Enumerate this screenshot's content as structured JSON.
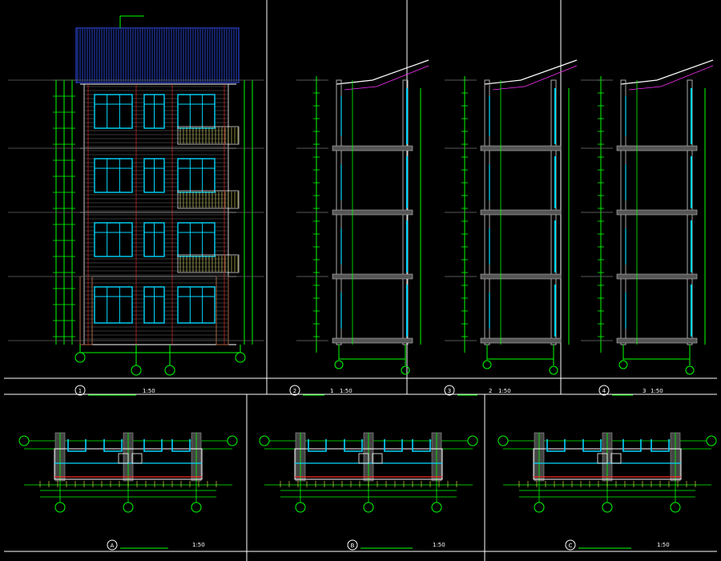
{
  "colors": {
    "background": "#000000",
    "frame": "#ffffff",
    "dimension": "#00ff00",
    "glazing": "#00d8ff",
    "brick": "#8a8a8a",
    "roof": "#3355ff",
    "accent_red": "#ff2a2a",
    "accent_magenta": "#ff33ff",
    "label": "#ffffff"
  },
  "drawing_titles": [
    {
      "circle": "1",
      "scale": "1:50"
    },
    {
      "circle": "2",
      "scale": "1:50"
    },
    {
      "circle": "3",
      "scale": "1:50"
    },
    {
      "circle": "4",
      "scale": "1:50"
    },
    {
      "circle": "A",
      "scale": "1:50"
    },
    {
      "circle": "B",
      "scale": "1:50"
    },
    {
      "circle": "C",
      "scale": "1:50"
    }
  ],
  "section_numbers": [
    "1",
    "2",
    "3"
  ]
}
